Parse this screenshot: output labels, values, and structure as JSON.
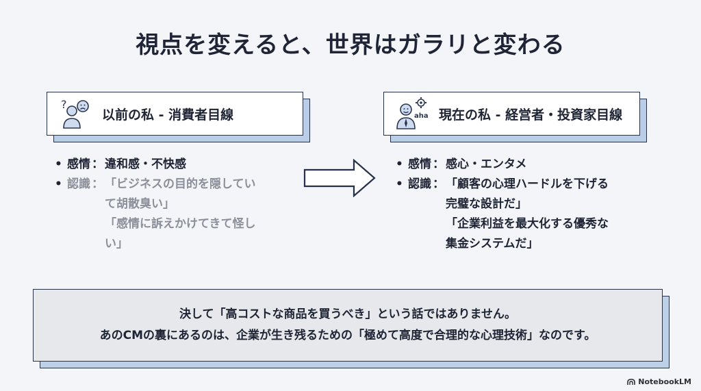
{
  "slide": {
    "title": "視点を変えると、世界はガラリと変わる"
  },
  "left_card": {
    "label": "以前の私 - 消費者目線",
    "icon": "confused-person-icon",
    "bullets": [
      {
        "key": "感情",
        "colon": "：",
        "lines": [
          "違和感・不快感"
        ]
      },
      {
        "key": "認識",
        "colon": "：",
        "lines": [
          "「ビジネスの目的を隠してい",
          "て胡散臭い」",
          "「感情に訴えかけてきて怪し",
          "い」"
        ]
      }
    ]
  },
  "right_card": {
    "label": "現在の私 - 経営者・投資家目線",
    "icon": "aha-businessperson-icon",
    "icon_text": "aha",
    "bullets": [
      {
        "key": "感情",
        "colon": "：",
        "lines": [
          "感心・エンタメ"
        ]
      },
      {
        "key": "認識",
        "colon": "：",
        "lines": [
          "「顧客の心理ハードルを下げる",
          "完璧な設計だ」",
          "「企業利益を最大化する優秀な",
          "集金システムだ」"
        ]
      }
    ]
  },
  "arrow": {
    "icon": "right-arrow-icon"
  },
  "banner": {
    "line1": "決して「高コストな商品を買うべき」という話ではありません。",
    "line2": "あのCMの裏にあるのは、企業が生き残るための「極めて高度で合理的な心理技術」なのです。"
  },
  "brand": {
    "name": "NotebookLM",
    "icon": "notebooklm-logo-icon"
  },
  "colors": {
    "background": "#f3f5f8",
    "accent_shadow": "#b9cde6",
    "text": "#1e2434",
    "muted_text": "#8b8f99",
    "banner_bg": "#e6e8ec"
  }
}
